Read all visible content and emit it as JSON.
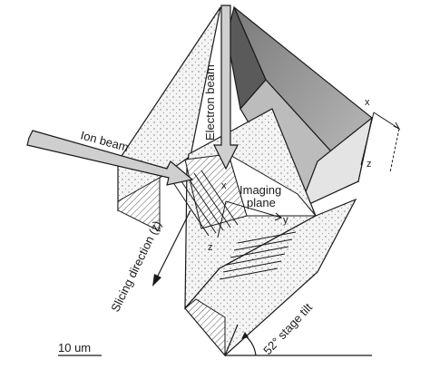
{
  "labels": {
    "electron_beam": "Electron beam",
    "ion_beam": "Ion beam",
    "imaging_plane_line1": "Imaging",
    "imaging_plane_line2": "plane",
    "slicing_direction": "Slicing direction (z)",
    "stage_tilt": "52° stage tilt",
    "scale_bar": "10 um",
    "axis_x_sample": "x",
    "axis_y_sample": "y",
    "axis_z_sample": "z",
    "axis_x_stage": "x",
    "axis_z_stage": "z"
  },
  "stage_tilt_degrees": 52,
  "colors": {
    "line": "#1a1a1a",
    "face_light": "#eeeeee",
    "face_mid": "#cfcfcf",
    "face_dark": "#9a9a9a",
    "trench_light": "#d6d6d6",
    "beam_fill": "#c8c8c8"
  }
}
